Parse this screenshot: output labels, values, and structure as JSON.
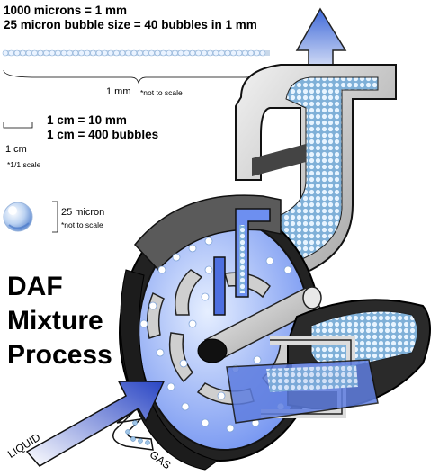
{
  "scale_text": {
    "line1": "1000 microns = 1 mm",
    "line2": "25 micron bubble size = 40 bubbles in 1 mm",
    "mm_label": "1 mm",
    "mm_note": "*not to scale",
    "cm_line1": "1 cm = 10 mm",
    "cm_line2": "1 cm = 400 bubbles",
    "cm_label": "1 cm",
    "cm_note": "*1/1 scale",
    "micron_label": "25 micron",
    "micron_note": "*not to scale"
  },
  "title": {
    "line1": "DAF",
    "line2": "Mixture",
    "line3": "Process"
  },
  "flow_labels": {
    "liquid": "LIQUID",
    "gas": "GAS"
  },
  "colors": {
    "bubble_blue": "#8fb6e8",
    "deep_blue": "#2f56d6",
    "metal_dark": "#3a3a3a",
    "metal_light": "#d8d8d8"
  }
}
